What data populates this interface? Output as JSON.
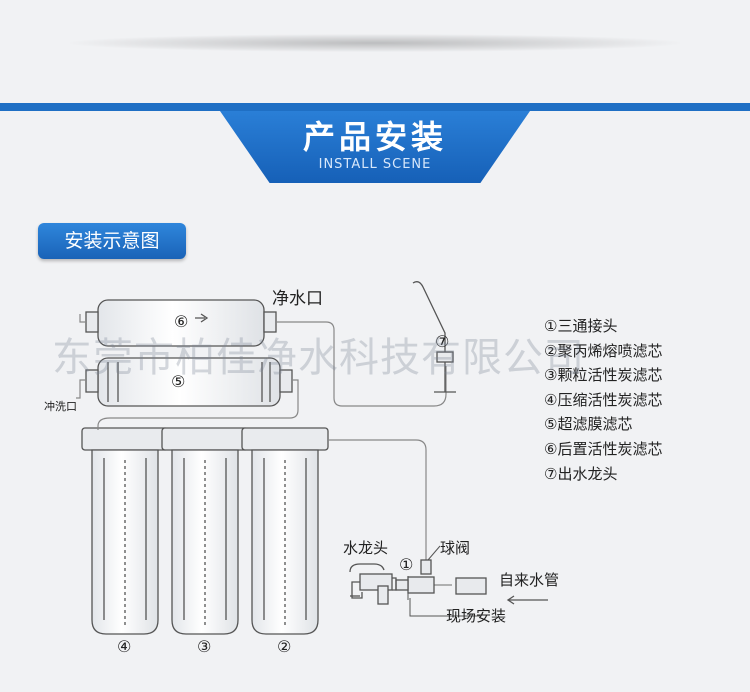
{
  "header": {
    "title": "产品安装",
    "subtitle": "INSTALL SCENE",
    "accent_color": "#1f6fc4"
  },
  "section_badge": "安装示意图",
  "diagram": {
    "labels": {
      "clean_water_outlet": "净水口",
      "flush_outlet": "冲洗口",
      "faucet": "水龙头",
      "ball_valve": "球阀",
      "tap_water_pipe": "自来水管",
      "on_site_install": "现场安装"
    },
    "part_markers": {
      "m1": "①",
      "m2": "②",
      "m3": "③",
      "m4": "④",
      "m5": "⑤",
      "m6": "⑥",
      "m7": "⑦"
    },
    "legend": [
      "①三通接头",
      "②聚丙烯熔喷滤芯",
      "③颗粒活性炭滤芯",
      "④压缩活性炭滤芯",
      "⑤超滤膜滤芯",
      "⑥后置活性炭滤芯",
      "⑦出水龙头"
    ]
  },
  "watermark": "东莞市柏佳净水科技有限公司"
}
